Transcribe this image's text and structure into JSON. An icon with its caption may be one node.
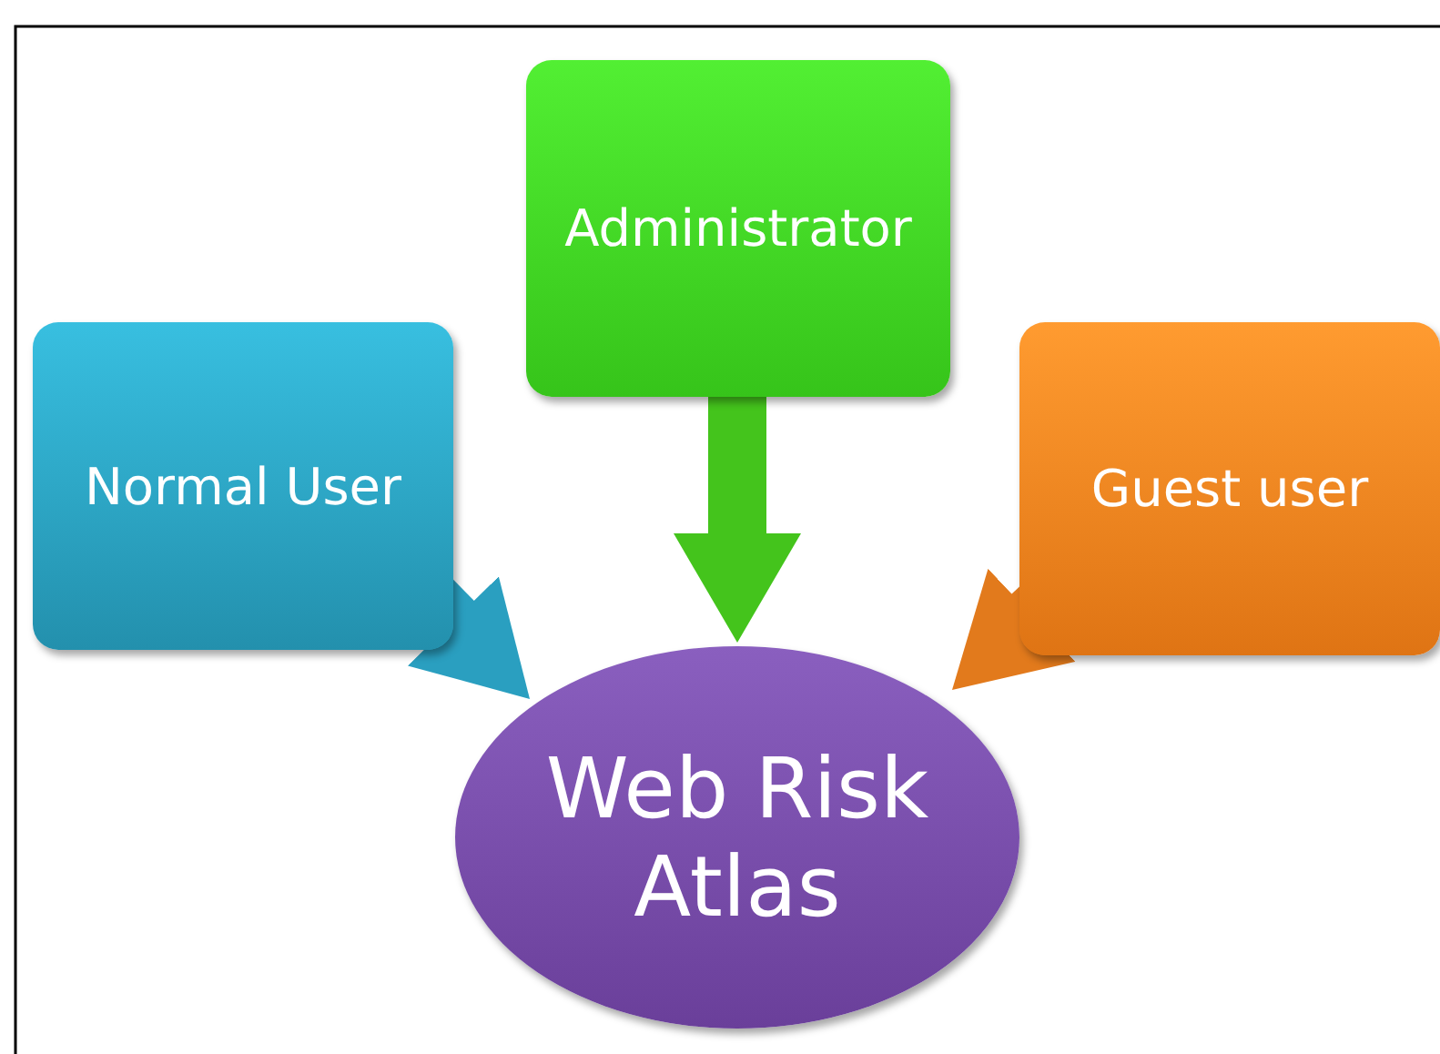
{
  "diagram": {
    "nodes": [
      {
        "text": [
          "Administrator"
        ]
      },
      {
        "text": [
          "Normal User"
        ]
      },
      {
        "text": [
          "Guest user"
        ]
      },
      {
        "text": [
          "Web Risk Atlas"
        ]
      }
    ],
    "edges": [
      {
        "from": 0,
        "to": 3,
        "arrow": "to",
        "color": "#44c41c"
      },
      {
        "from": 1,
        "to": 3,
        "arrow": "to",
        "color": "#2a9fc0"
      },
      {
        "from": 2,
        "to": 3,
        "arrow": "to",
        "color": "#e27a1c"
      }
    ]
  }
}
